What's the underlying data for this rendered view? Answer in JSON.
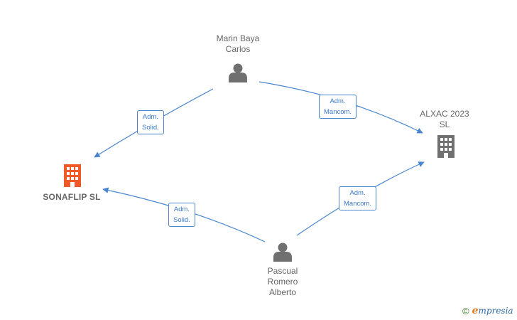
{
  "nodes": {
    "marin": {
      "label": "Marin Baya\nCarlos",
      "type": "person"
    },
    "alxac": {
      "label": "ALXAC 2023\nSL",
      "type": "company"
    },
    "sonaflip": {
      "label": "SONAFLIP  SL",
      "type": "company-main"
    },
    "pascual": {
      "label": "Pascual\nRomero\nAlberto",
      "type": "person"
    }
  },
  "edges": {
    "marin_sonaflip": "Adm.\nSolid.",
    "marin_alxac": "Adm.\nMancom.",
    "pascual_sonaflip": "Adm.\nSolid.",
    "pascual_alxac": "Adm.\nMancom."
  },
  "colors": {
    "edge": "#4a86d0",
    "person_icon": "#707070",
    "company_icon": "#707070",
    "main_company_icon": "#f05a28"
  },
  "footer": {
    "copyright": "©",
    "brand_initial": "e",
    "brand_rest": "mpresia"
  }
}
